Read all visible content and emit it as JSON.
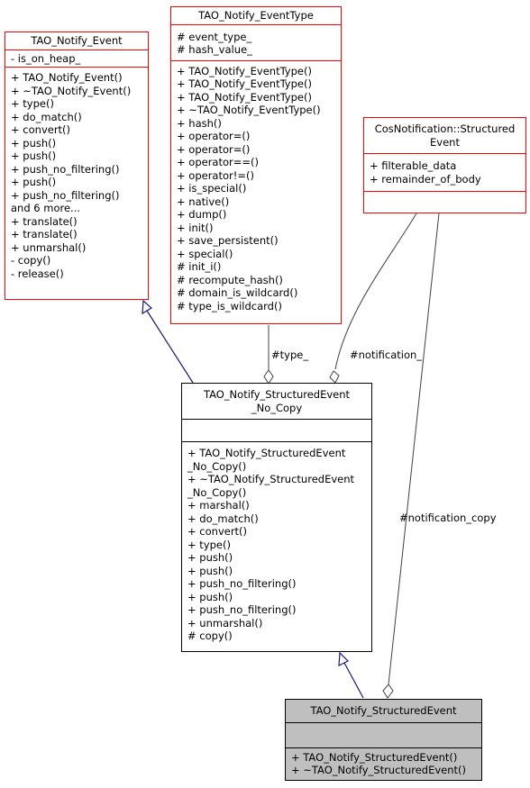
{
  "classes": {
    "event": {
      "name": "TAO_Notify_Event",
      "attributes": [
        "- is_on_heap_"
      ],
      "methods": [
        "+ TAO_Notify_Event()",
        "+ ~TAO_Notify_Event()",
        "+ type()",
        "+ do_match()",
        "+ convert()",
        "+ push()",
        "+ push()",
        "+ push_no_filtering()",
        "+ push()",
        "+ push_no_filtering()",
        "and 6 more...",
        "+ translate()",
        "+ translate()",
        "+ unmarshal()",
        "- copy()",
        "- release()"
      ]
    },
    "event_type": {
      "name": "TAO_Notify_EventType",
      "attributes": [
        "# event_type_",
        "# hash_value_"
      ],
      "methods": [
        "+ TAO_Notify_EventType()",
        "+ TAO_Notify_EventType()",
        "+ TAO_Notify_EventType()",
        "+ ~TAO_Notify_EventType()",
        "+ hash()",
        "+ operator=()",
        "+ operator=()",
        "+ operator==()",
        "+ operator!=()",
        "+ is_special()",
        "+ native()",
        "+ dump()",
        "+ init()",
        "+ save_persistent()",
        "+ special()",
        "# init_i()",
        "# recompute_hash()",
        "# domain_is_wildcard()",
        "# type_is_wildcard()"
      ]
    },
    "cos_structured": {
      "name_lines": [
        "CosNotification::Structured",
        "Event"
      ],
      "attributes": [
        "+ filterable_data",
        "+ remainder_of_body"
      ],
      "methods": []
    },
    "structured_no_copy": {
      "name_lines": [
        "TAO_Notify_StructuredEvent",
        "_No_Copy"
      ],
      "attributes": [],
      "methods": [
        "+ TAO_Notify_StructuredEvent",
        "_No_Copy()",
        "+ ~TAO_Notify_StructuredEvent",
        "_No_Copy()",
        "+ marshal()",
        "+ do_match()",
        "+ convert()",
        "+ type()",
        "+ push()",
        "+ push()",
        "+ push_no_filtering()",
        "+ push()",
        "+ push_no_filtering()",
        "+ unmarshal()",
        "# copy()"
      ]
    },
    "structured_event": {
      "name": "TAO_Notify_StructuredEvent",
      "attributes": [],
      "methods": [
        "+ TAO_Notify_StructuredEvent()",
        "+ ~TAO_Notify_StructuredEvent()"
      ]
    }
  },
  "edge_labels": {
    "type": "#type_",
    "notification": "#notification_",
    "notification_copy": "#notification_copy"
  },
  "colors": {
    "external_border": "#ff0000",
    "class_border": "#000000",
    "focus_fill": "#bfbfbf",
    "inheritance_edge": "#191970",
    "association_edge": "#404040"
  }
}
